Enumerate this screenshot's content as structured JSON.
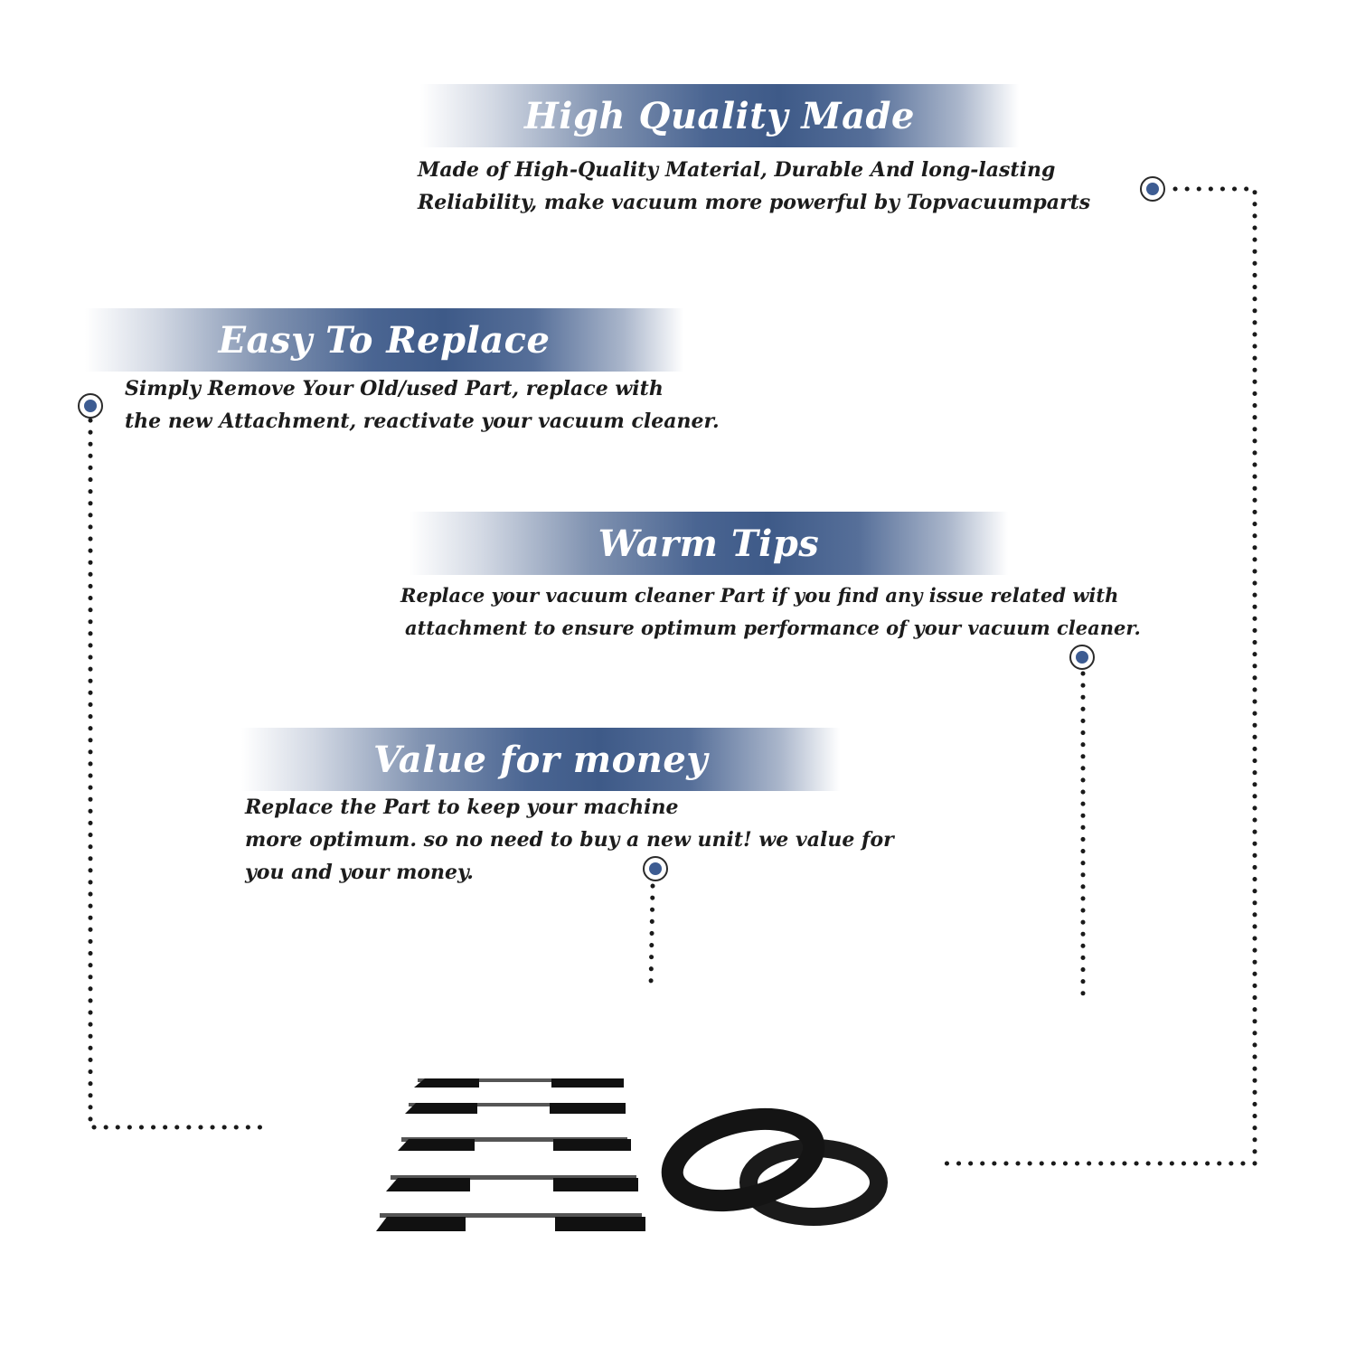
{
  "sections": [
    {
      "title": "High Quality Made",
      "lines": [
        "Made of  High-Quality Material, Durable And long-lasting",
        "Reliability, make vacuum more powerful by Topvacuumparts"
      ]
    },
    {
      "title": "Easy To Replace",
      "lines": [
        "Simply Remove Your Old/used Part, replace with",
        "the new Attachment, reactivate your vacuum cleaner."
      ]
    },
    {
      "title": "Warm Tips",
      "lines": [
        "Replace your vacuum cleaner Part if you find any issue related with",
        "attachment to ensure optimum performance of your vacuum cleaner."
      ]
    },
    {
      "title": "Value for money",
      "lines": [
        "Replace the Part to keep your machine",
        "more optimum. so no need to buy a new unit! we value for",
        "you and your money."
      ]
    }
  ],
  "colors": {
    "banner_accent": "#3e5a88",
    "marker_fill": "#3d5c92",
    "text": "#1c1c1c"
  },
  "icons": [
    "bullet-marker-icon",
    "brush-strip-icon",
    "drive-belt-icon"
  ]
}
